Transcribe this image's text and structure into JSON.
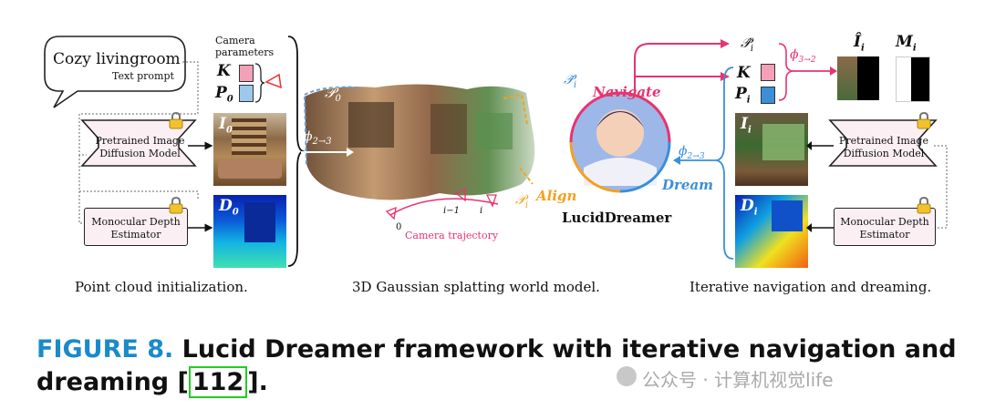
{
  "left": {
    "speech_bubble": {
      "title": "Cozy livingroom",
      "subtitle": "Text prompt"
    },
    "camera_parameters": "Camera parameters",
    "K": "K",
    "P0": "P",
    "P0_sub": "0",
    "diffusion_model": "Pretrained Image Diffusion Model",
    "depth_estimator": "Monocular Depth Estimator",
    "I0": "I",
    "I0_sub": "0",
    "D0": "D",
    "D0_sub": "0",
    "caption": "Point cloud initialization."
  },
  "middle": {
    "P0_label": "𝒫",
    "P0_sub": "0",
    "phi_23": "ϕ",
    "phi_23_sub": "2→3",
    "Ptilde": "𝒫̃",
    "Ptilde_sub": "i",
    "Pi_align": "𝒫",
    "Pi_align_sub": "i",
    "navigate": "Navigate",
    "align": "Align",
    "dream": "Dream",
    "lucid": "LucidDreamer",
    "cam_0": "0",
    "cam_i1": "i−1",
    "cam_i": "i",
    "trajectory": "Camera trajectory",
    "caption": "3D Gaussian splatting world model."
  },
  "right": {
    "Phat": "𝒫̂",
    "Phat_sub": "i",
    "phi_32": "ϕ",
    "phi_32_sub": "3→2",
    "Ihat": "Î",
    "Ihat_sub": "i",
    "M": "M",
    "M_sub": "i",
    "K": "K",
    "Pi": "P",
    "Pi_sub": "i",
    "phi_23": "ϕ",
    "phi_23_sub": "2→3",
    "Ii": "I",
    "Ii_sub": "i",
    "Di": "D",
    "Di_sub": "i",
    "diffusion_model": "Pretrained Image Diffusion Model",
    "depth_estimator": "Monocular Depth Estimator",
    "caption": "Iterative navigation and dreaming."
  },
  "figure_caption": {
    "label": "FIGURE 8.",
    "text": "Lucid Dreamer framework with iterative navigation and",
    "text2": "dreaming [",
    "ref": "112",
    "text3": "]."
  },
  "watermark": "公众号 · 计算机视觉life",
  "colors": {
    "pink": "#e8336f",
    "blue": "#3a8fd8",
    "orange": "#f5a020",
    "caption_blue": "#1b8ac9",
    "ref_box": "#22cc22"
  }
}
